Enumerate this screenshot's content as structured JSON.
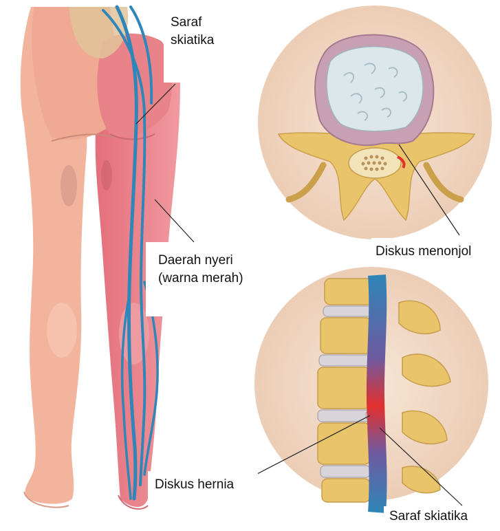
{
  "labels": {
    "sciatic_nerve_top": [
      "Saraf",
      "skiatika"
    ],
    "pain_area": [
      "Daerah nyeri",
      "(warna merah)"
    ],
    "bulging_disc": "Diskus menonjol",
    "herniated_disc": "Diskus hernia",
    "sciatic_nerve_bottom": "Saraf skiatika"
  },
  "colors": {
    "skin": "#f2b49d",
    "pain_red": "#e8707a",
    "nerve_blue": "#2f86b8",
    "bone": "#e9c46a",
    "disc": "#cfd9dc",
    "background_circle": "#f3dcc8"
  }
}
